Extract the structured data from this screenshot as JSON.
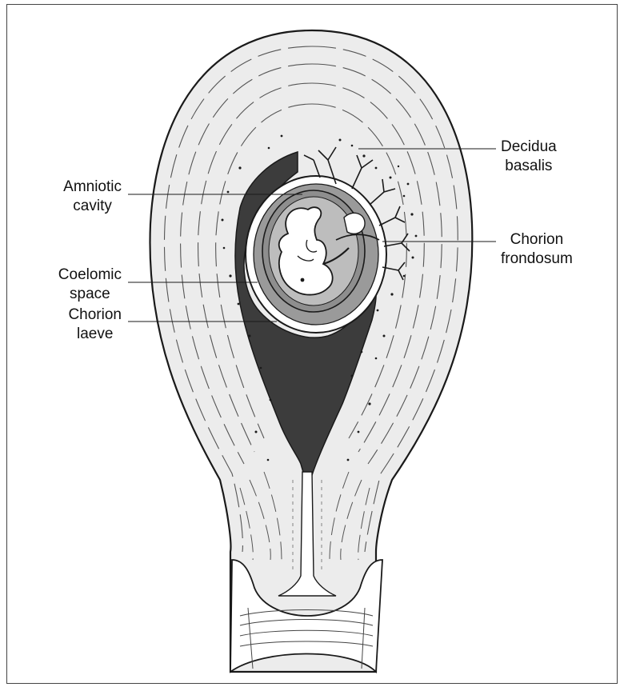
{
  "diagram": {
    "labels": {
      "amniotic_cavity": [
        "Amniotic",
        "cavity"
      ],
      "coelomic_space": [
        "Coelomic",
        "space"
      ],
      "chorion_laeve": [
        "Chorion",
        "laeve"
      ],
      "decidua_basalis": [
        "Decidua",
        "basalis"
      ],
      "chorion_frondosum": [
        "Chorion",
        "frondosum"
      ]
    },
    "colors": {
      "uterine_wall": "#ececec",
      "outline": "#1a1a1a",
      "dark_tissue": "#3c3c3c",
      "amnion_fill": "#8e8e8e",
      "embryo_fill": "#ffffff"
    }
  }
}
